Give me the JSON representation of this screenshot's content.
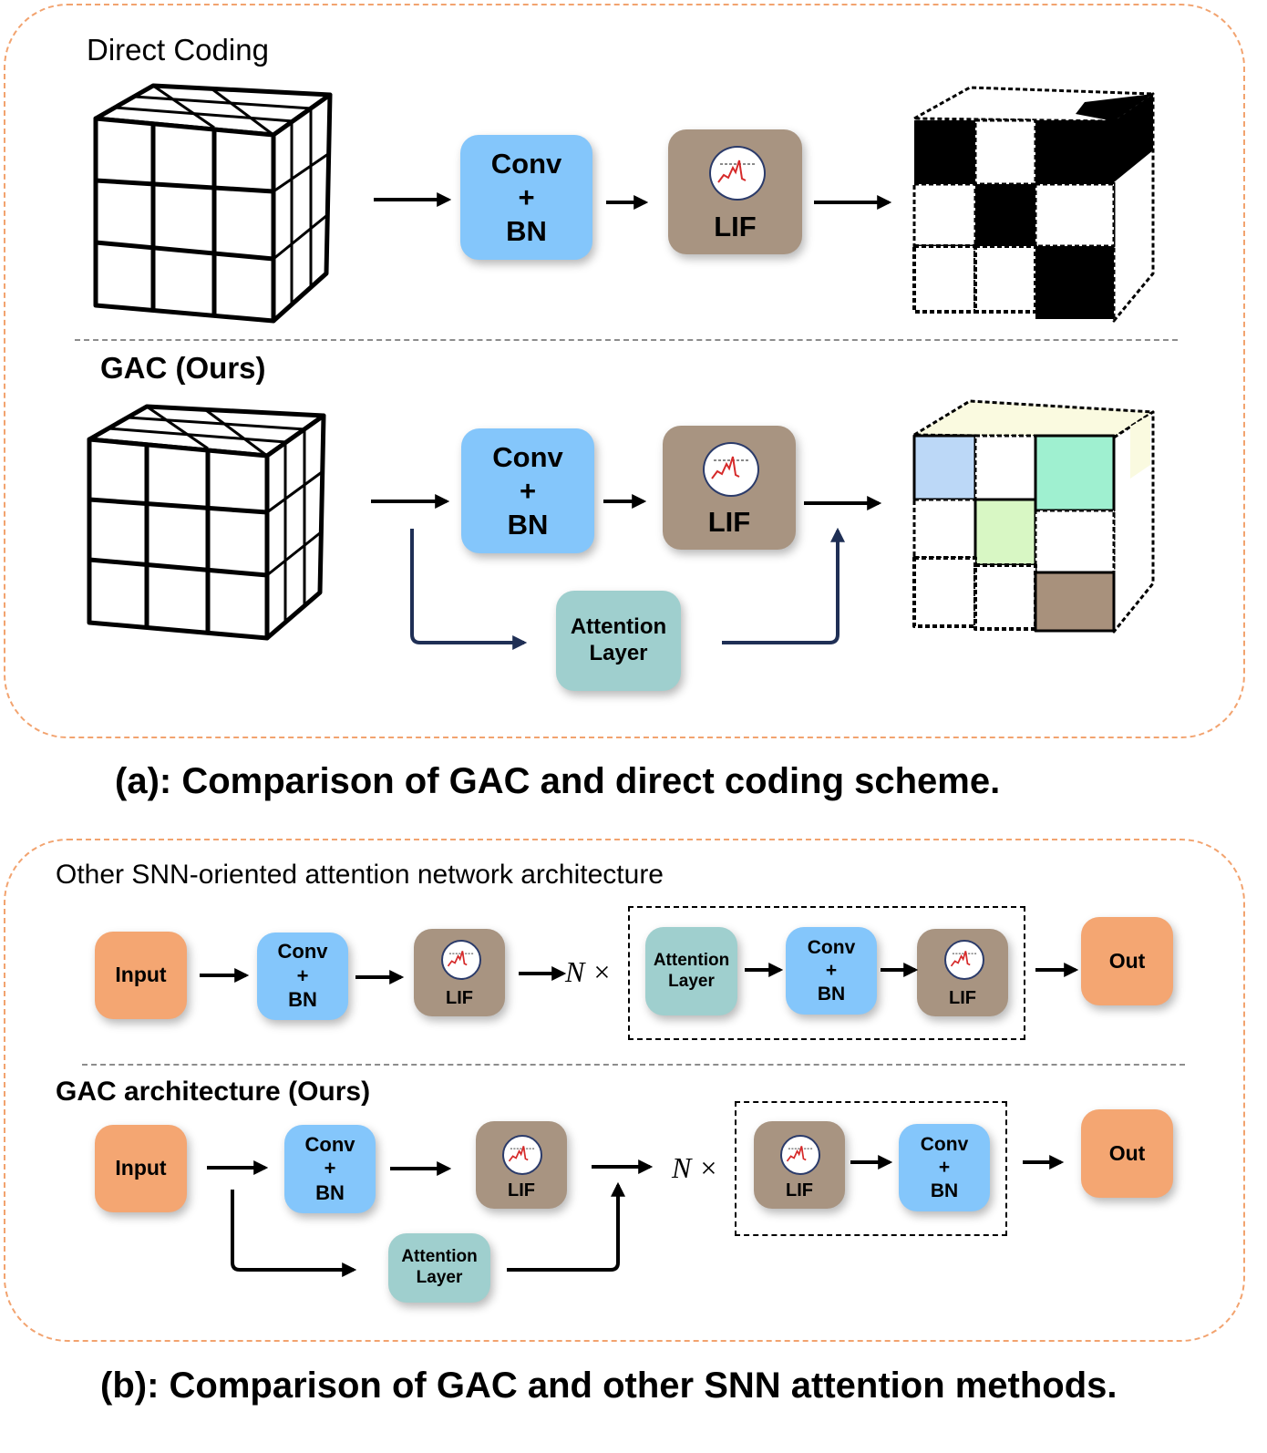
{
  "panel_a": {
    "direct": {
      "title": "Direct Coding",
      "conv": [
        "Conv",
        "+",
        "BN"
      ],
      "lif": "LIF"
    },
    "gac": {
      "title": "GAC (Ours)",
      "conv": [
        "Conv",
        "+",
        "BN"
      ],
      "lif": "LIF",
      "attention": [
        "Attention",
        "Layer"
      ]
    },
    "caption": "(a): Comparison of GAC and direct coding scheme."
  },
  "panel_b": {
    "other": {
      "title": "Other SNN-oriented attention network architecture",
      "input": "Input",
      "conv": [
        "Conv",
        "+",
        "BN"
      ],
      "lif": "LIF",
      "repeat": "N ×",
      "block_attention": [
        "Attention",
        "Layer"
      ],
      "block_conv": [
        "Conv",
        "+",
        "BN"
      ],
      "block_lif": "LIF",
      "out": "Out"
    },
    "gac": {
      "title": "GAC architecture (Ours)",
      "input": "Input",
      "conv": [
        "Conv",
        "+",
        "BN"
      ],
      "lif": "LIF",
      "attention": [
        "Attention",
        "Layer"
      ],
      "repeat": "N ×",
      "block_lif": "LIF",
      "block_conv": [
        "Conv",
        "+",
        "BN"
      ],
      "out": "Out"
    },
    "caption": "(b): Comparison of GAC and other SNN attention methods."
  },
  "colors": {
    "panel_border": "#f2a36f",
    "conv": "#84c6fb",
    "lif": "#a89481",
    "attention": "#9fcfce",
    "io": "#f4a672",
    "skip_arrow": "#1f2f55",
    "cube_blue": "#bcd8f7",
    "cube_green": "#9ff0d0",
    "cube_lime": "#d8f7c4",
    "cube_brown": "#a8917c",
    "cube_cream": "#fafae0"
  },
  "icons": [
    "membrane-potential-icon",
    "arrow-right-icon",
    "arrow-up-icon"
  ]
}
